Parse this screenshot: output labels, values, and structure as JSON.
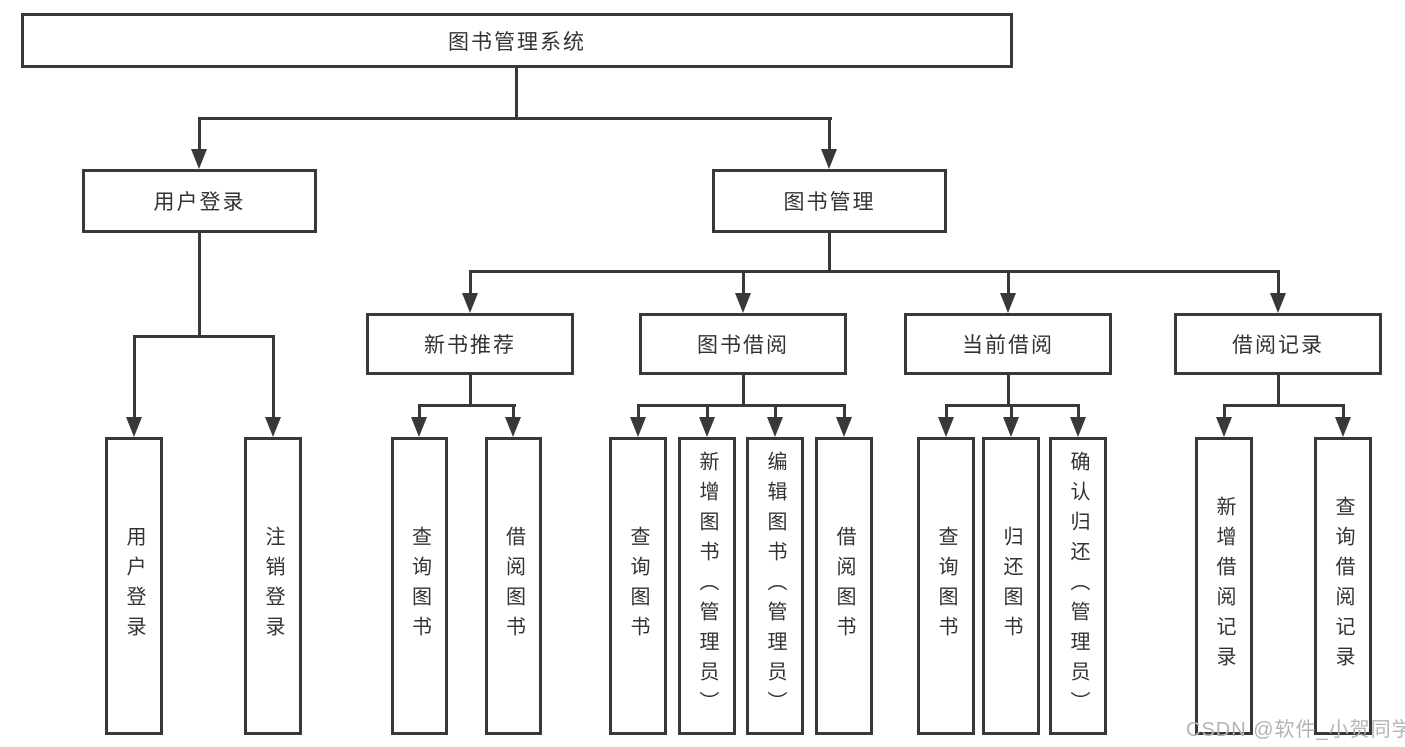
{
  "diagram": {
    "title": "图书管理系统",
    "branches": [
      {
        "label": "用户登录",
        "children": [
          "用户登录",
          "注销登录"
        ]
      },
      {
        "label": "图书管理",
        "children": [
          {
            "label": "新书推荐",
            "children": [
              "查询图书",
              "借阅图书"
            ]
          },
          {
            "label": "图书借阅",
            "children": [
              "查询图书",
              "新增图书（管理员）",
              "编辑图书（管理员）",
              "借阅图书"
            ]
          },
          {
            "label": "当前借阅",
            "children": [
              "查询图书",
              "归还图书",
              "确认归还（管理员）"
            ]
          },
          {
            "label": "借阅记录",
            "children": [
              "新增借阅记录",
              "查询借阅记录"
            ]
          }
        ]
      }
    ]
  },
  "watermark": "CSDN @软件_小贺同学",
  "colors": {
    "line": "#383838",
    "text": "#333333",
    "watermark": "#b4b4b4",
    "background": "#ffffff"
  }
}
